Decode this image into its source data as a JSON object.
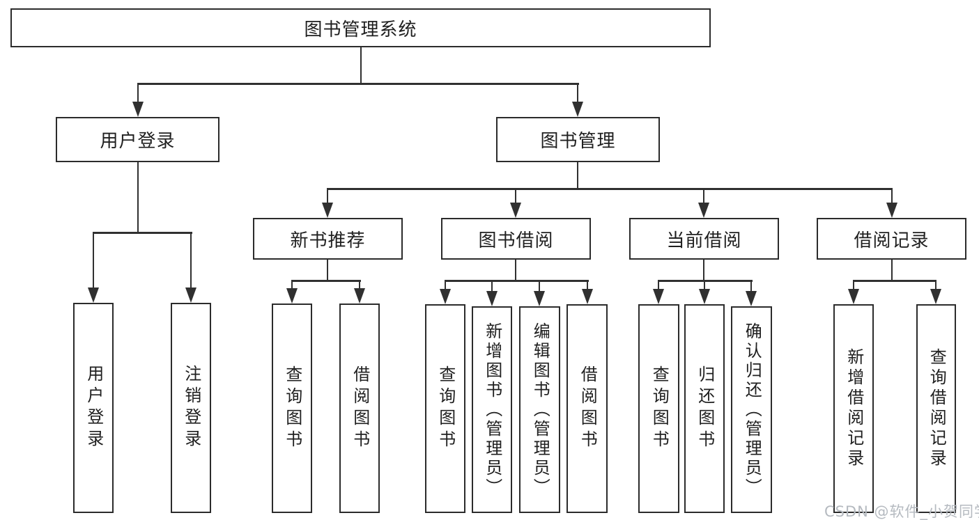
{
  "diagram": {
    "type": "org-tree-functional-structure",
    "watermark": "CSDN @软件_小贺同学",
    "colors": {
      "line": "#303030",
      "border": "#2b2b2b",
      "text": "#1f1f1f",
      "background": "#ffffff",
      "watermark": "#b5bac0"
    },
    "tree": {
      "label": "图书管理系统",
      "children": [
        {
          "label": "用户登录",
          "children": [
            {
              "label": "用户登录"
            },
            {
              "label": "注销登录"
            }
          ]
        },
        {
          "label": "图书管理",
          "children": [
            {
              "label": "新书推荐",
              "children": [
                {
                  "label": "查询图书"
                },
                {
                  "label": "借阅图书"
                }
              ]
            },
            {
              "label": "图书借阅",
              "children": [
                {
                  "label": "查询图书"
                },
                {
                  "label": "新增图书（管理员）"
                },
                {
                  "label": "编辑图书（管理员）"
                },
                {
                  "label": "借阅图书"
                }
              ]
            },
            {
              "label": "当前借阅",
              "children": [
                {
                  "label": "查询图书"
                },
                {
                  "label": "归还图书"
                },
                {
                  "label": "确认归还（管理员）"
                }
              ]
            },
            {
              "label": "借阅记录",
              "children": [
                {
                  "label": "新增借阅记录"
                },
                {
                  "label": "查询借阅记录"
                }
              ]
            }
          ]
        }
      ]
    }
  }
}
